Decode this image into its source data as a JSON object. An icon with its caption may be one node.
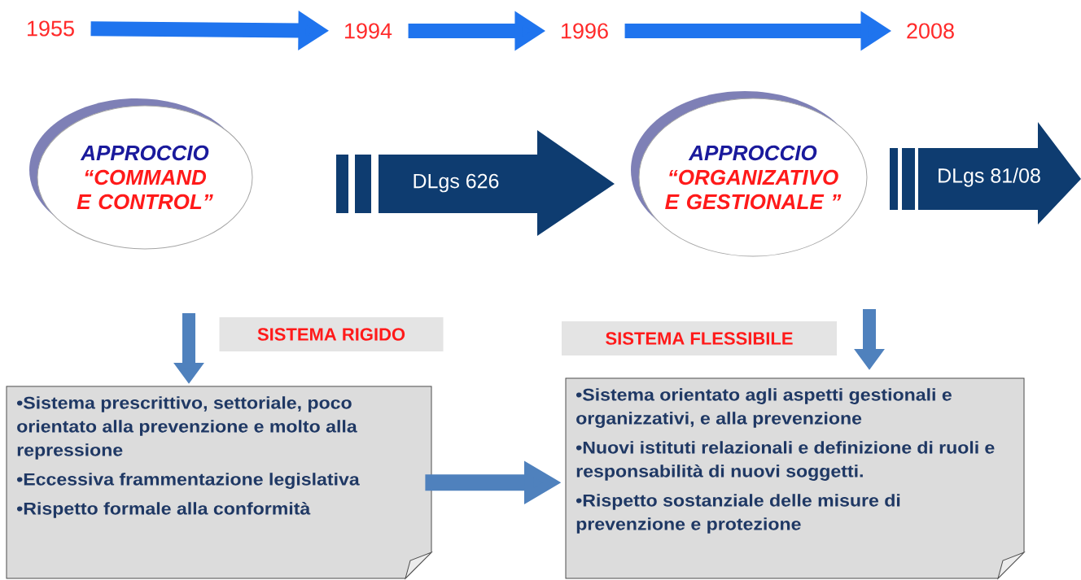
{
  "diagram": {
    "nodes": [
      {
        "text": [
          "1955"
        ]
      },
      {
        "text": [
          "1994"
        ]
      },
      {
        "text": [
          "1996"
        ]
      },
      {
        "text": [
          "2008"
        ]
      },
      {
        "text": [
          "APPROCCIO",
          "“COMMAND E CONTROL”"
        ]
      },
      {
        "text": [
          "DLgs 626"
        ]
      },
      {
        "text": [
          "APPROCCIO",
          "“ORGANIZATIVO E GESTIONALE ”"
        ]
      },
      {
        "text": [
          "DLgs 81/08"
        ]
      },
      {
        "text": [
          "SISTEMA RIGIDO"
        ]
      },
      {
        "text": [
          "SISTEMA FLESSIBILE"
        ]
      },
      {
        "text": [
          "•Sistema prescrittivo, settoriale, poco orientato alla prevenzione e molto alla repressione",
          "•Eccessiva frammentazione legislativa",
          "•Rispetto formale alla conformità"
        ]
      },
      {
        "text": [
          "•Sistema orientato agli aspetti gestionali e organizzativi, e alla prevenzione",
          "•Nuovi istituti relazionali e definizione di ruoli e responsabilità di nuovi soggetti.",
          "•Rispetto sostanziale delle misure di prevenzione e protezione"
        ]
      }
    ],
    "edges": [
      {
        "from": 0,
        "to": 1,
        "arrow": "to"
      },
      {
        "from": 1,
        "to": 2,
        "arrow": "to"
      },
      {
        "from": 2,
        "to": 3,
        "arrow": "to"
      },
      {
        "from": null,
        "to": 10,
        "arrow": "to"
      },
      {
        "from": null,
        "to": 11,
        "arrow": "to"
      },
      {
        "from": 10,
        "to": 11,
        "arrow": "to"
      }
    ]
  }
}
